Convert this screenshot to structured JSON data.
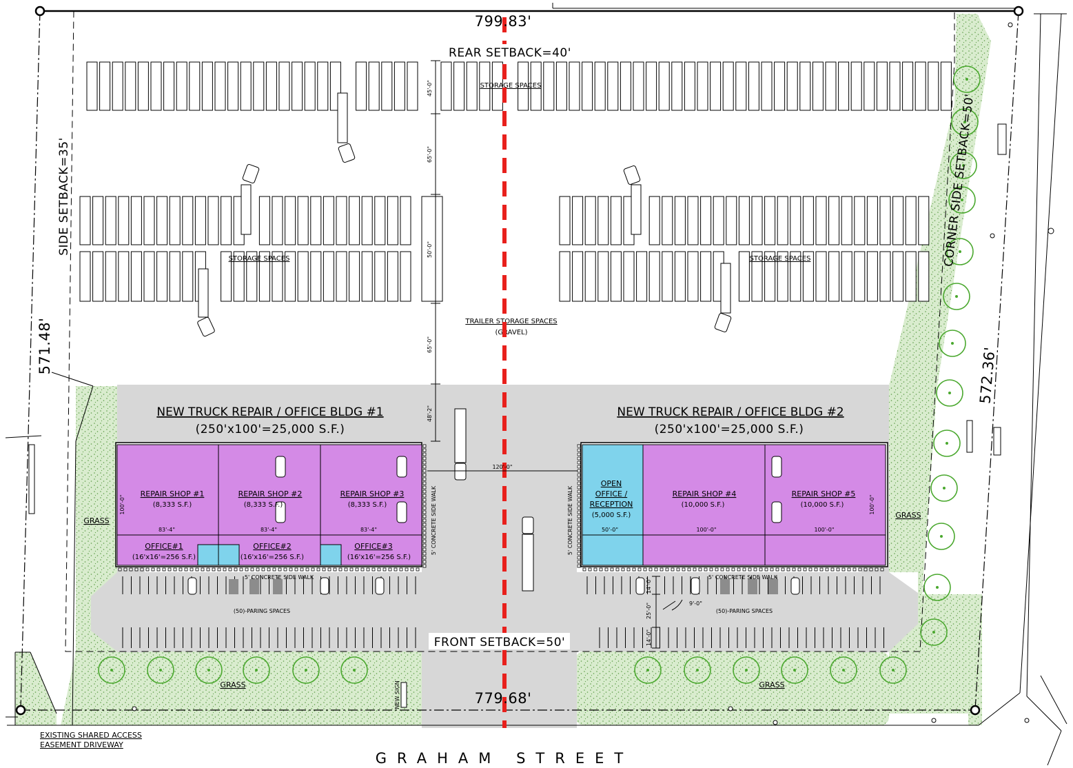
{
  "colors": {
    "purple": "#d48ae6",
    "blue": "#7fd3ec",
    "gray": "#d7d7d7",
    "grass": "#d9ecce",
    "tree": "#4aa82e",
    "centerline": "#e8201c"
  },
  "bearings": {
    "top": "799.83'",
    "bottom": "779.68'",
    "left": "571.48'",
    "right": "572.36'"
  },
  "setbacks": {
    "rear": "REAR SETBACK=40'",
    "side": "SIDE SETBACK=35'",
    "corner": "CORNER SIDE SETBACK=50'",
    "front": "FRONT SETBACK=50'"
  },
  "storage": {
    "top": "STORAGE SPACES",
    "left": "STORAGE SPACES",
    "right": "STORAGE SPACES",
    "trailer_line1": "TRAILER STORAGE SPACES",
    "trailer_line2": "(GRAVEL)"
  },
  "vertical_dims": [
    "45'-0\"",
    "65'-0\"",
    "50'-0\"",
    "65'-0\"",
    "48'-2\""
  ],
  "lot_dims": [
    "14'-0\"",
    "25'-0\"",
    "14'-0\"",
    "9'-0\""
  ],
  "building1": {
    "title": "NEW TRUCK REPAIR / OFFICE BLDG #1",
    "area": "(250'x100'=25,000 S.F.)",
    "shops": [
      {
        "name": "REPAIR SHOP #1",
        "area": "(8,333 S.F.)",
        "dim": "83'-4\""
      },
      {
        "name": "REPAIR SHOP #2",
        "area": "(8,333 S.F.)",
        "dim": "83'-4\""
      },
      {
        "name": "REPAIR SHOP #3",
        "area": "(8,333 S.F.)",
        "dim": "83'-4\""
      }
    ],
    "offices": [
      {
        "name": "OFFICE#1",
        "area": "(16'x16'=256 S.F.)"
      },
      {
        "name": "OFFICE#2",
        "area": "(16'x16'=256 S.F.)"
      },
      {
        "name": "OFFICE#3",
        "area": "(16'x16'=256 S.F.)"
      }
    ],
    "depth": "100'-0\"",
    "sidewalk": "5' CONCRETE SIDE WALK",
    "side_walk_v": "5' CONCRETE SIDE WALK",
    "parking": "(50)-PARING SPACES"
  },
  "building2": {
    "title": "NEW TRUCK REPAIR / OFFICE BLDG #2",
    "area": "(250'x100'=25,000 S.F.)",
    "reception": {
      "line1": "OPEN",
      "line2": "OFFICE /",
      "line3": "RECEPTION",
      "area": "(5,000 S.F.)",
      "dim": "50'-0\""
    },
    "shops": [
      {
        "name": "REPAIR SHOP #4",
        "area": "(10,000 S.F.)",
        "dim": "100'-0\""
      },
      {
        "name": "REPAIR SHOP #5",
        "area": "(10,000 S.F.)",
        "dim": "100'-0\""
      }
    ],
    "depth": "100'-0\"",
    "sidewalk": "5' CONCRETE SIDE WALK",
    "side_walk_v": "5' CONCRETE SIDE WALK",
    "parking": "(50)-PARING SPACES"
  },
  "driveway_width": "120'-0\"",
  "grass": {
    "left": "GRASS",
    "right": "GRASS",
    "bottom_left": "GRASS",
    "bottom_right": "GRASS"
  },
  "new_sign": "NEW SIGN",
  "easement_line1": "EXISTING SHARED ACCESS",
  "easement_line2": "EASEMENT DRIVEWAY",
  "street": "GRAHAM STREET"
}
